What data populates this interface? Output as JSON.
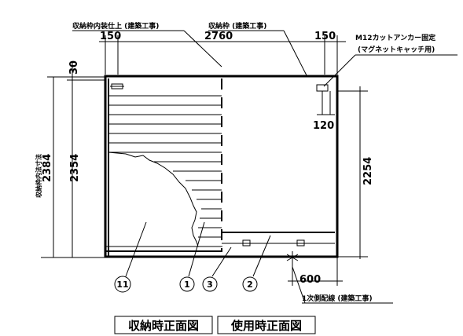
{
  "labels": {
    "top_left_note": "収納枠内装仕上 (建築工事)",
    "top_mid_note": "収納枠 (建築工事)",
    "top_right_note_1": "M12カットアンカー固定",
    "top_right_note_2": "(マグネットキャッチ用)",
    "bottom_note": "1次側配線 (建築工事)",
    "left_vertical_note": "収納枠内法寸法"
  },
  "dimensions": {
    "d150_left": "150",
    "d2760": "2760",
    "d150_right": "150",
    "d30": "30",
    "d2384": "2384",
    "d2354": "2354",
    "d120": "120",
    "d2254": "2254",
    "d600": "600"
  },
  "callouts": {
    "c11": "11",
    "c1": "1",
    "c3": "3",
    "c2": "2"
  },
  "captions": {
    "left": "収納時正面図",
    "right": "使用時正面図"
  }
}
